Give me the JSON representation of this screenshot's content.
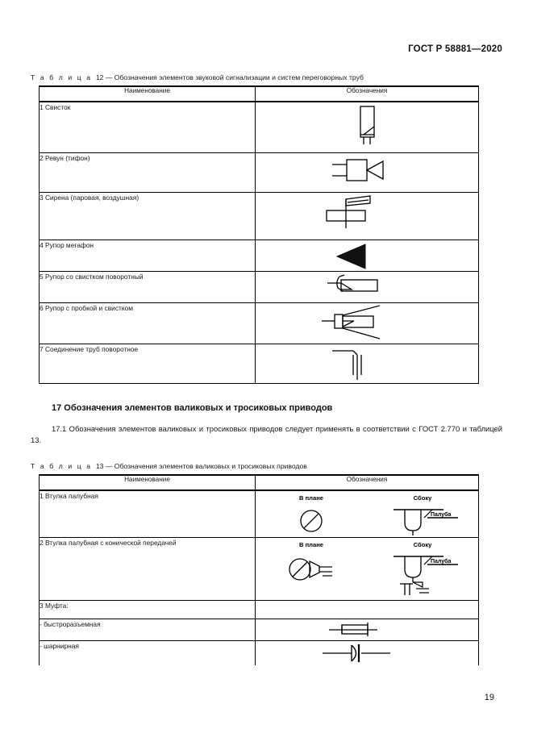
{
  "document": {
    "header": "ГОСТ Р 58881—2020",
    "page_number": "19"
  },
  "table12": {
    "caption_prefix": "Т а б л и ц а",
    "caption_number": "12",
    "caption_text": "— Обозначения элементов звуковой сигнализации и систем переговорных труб",
    "columns": [
      "Наименование",
      "Обозначения"
    ],
    "rows": [
      {
        "name": "1 Свисток",
        "symbol": "whistle"
      },
      {
        "name": "2 Ревун (тифон)",
        "symbol": "howler-tifon"
      },
      {
        "name": "3 Сирена (паровая, воздушная)",
        "symbol": "siren"
      },
      {
        "name": "4 Рупор мегафон",
        "symbol": "megaphone"
      },
      {
        "name": "5 Рупор со свистком поворотный",
        "symbol": "horn-with-whistle-rotating"
      },
      {
        "name": "6 Рупор с пробкой и свистком",
        "symbol": "horn-with-plug-and-whistle"
      },
      {
        "name": "7 Соединение труб поворотное",
        "symbol": "rotating-pipe-joint"
      }
    ]
  },
  "section17": {
    "heading": "17 Обозначения элементов валиковых и тросиковых приводов",
    "paragraph": "17.1 Обозначения элементов валиковых и тросиковых приводов следует применять в соответствии с ГОСТ 2.770 и таблицей 13."
  },
  "table13": {
    "caption_prefix": "Т а б л и ц а",
    "caption_number": "13",
    "caption_text": "— Обозначения элементов валиковых и тросиковых приводов",
    "columns": [
      "Наименование",
      "Обозначения"
    ],
    "view_labels": {
      "plan": "В плане",
      "side": "Сбоку",
      "deck": "Палуба"
    },
    "rows": [
      {
        "name": "1 Втулка палубная",
        "symbol": "deck-bushing"
      },
      {
        "name": "2 Втулка палубная с конической передачей",
        "symbol": "deck-bushing-bevel-gear"
      },
      {
        "name": "3 Муфта:",
        "symbol": "none"
      },
      {
        "name": "- быстроразъемная",
        "symbol": "quick-release-coupling"
      },
      {
        "name": "- шарнирная",
        "symbol": "articulated-coupling"
      }
    ]
  }
}
